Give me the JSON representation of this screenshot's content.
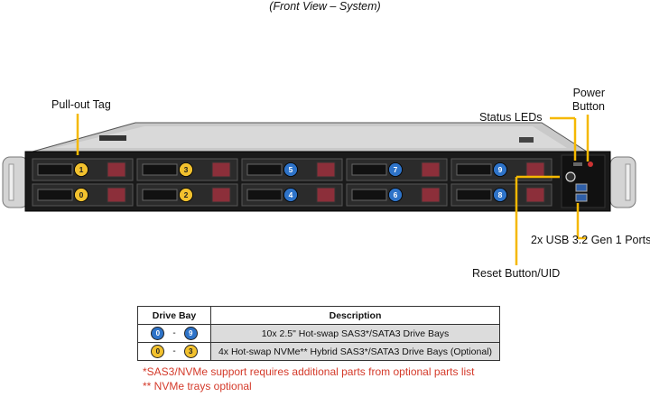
{
  "caption": "(Front View – System)",
  "callouts": {
    "pull_out_tag": "Pull-out Tag",
    "power_button_line1": "Power",
    "power_button_line2": "Button",
    "status_leds": "Status LEDs",
    "usb_ports": "2x USB 3.2 Gen 1 Ports",
    "reset_button": "Reset Button/UID"
  },
  "drive_bays": {
    "top_row": [
      "1",
      "3",
      "5",
      "7",
      "9"
    ],
    "bottom_row": [
      "0",
      "2",
      "4",
      "6",
      "8"
    ],
    "colors": {
      "nvme_hybrid": "#f2c12e",
      "sas_sata": "#2e73c8",
      "callout_line": "#f5b800"
    }
  },
  "table": {
    "headers": [
      "Drive Bay",
      "Description"
    ],
    "rows": [
      {
        "from": "0",
        "sep": "-",
        "to": "9",
        "color": "blue",
        "description": "10x 2.5\" Hot-swap SAS3*/SATA3 Drive Bays"
      },
      {
        "from": "0",
        "sep": "-",
        "to": "3",
        "color": "gold",
        "description": "4x Hot-swap NVMe** Hybrid SAS3*/SATA3 Drive Bays (Optional)"
      }
    ]
  },
  "notes": [
    "*SAS3/NVMe support requires additional parts from optional parts list",
    "** NVMe trays optional"
  ]
}
